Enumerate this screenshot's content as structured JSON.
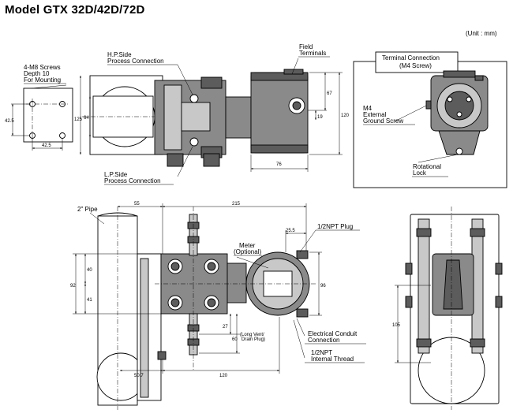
{
  "header": {
    "title": "Model GTX 32D/42D/72D",
    "unit_note": "(Unit : mm)"
  },
  "labels": {
    "mounting_screws": [
      "4-M8 Screws",
      "Depth 10",
      "For Mounting"
    ],
    "hp_side": [
      "H.P.Side",
      "Process Connection"
    ],
    "lp_side": [
      "L.P.Side",
      "Process Connection"
    ],
    "field_terminals": [
      "Field",
      "Terminals"
    ],
    "terminal_connection": [
      "Terminal Connection",
      "(M4 Screw)"
    ],
    "ground_screw": [
      "M4",
      "External",
      "Ground Screw"
    ],
    "rotational_lock": [
      "Rotational",
      "Lock"
    ],
    "pipe": "2\" Pipe",
    "plug": "1/2NPT Plug",
    "meter": [
      "Meter",
      "(Optional)"
    ],
    "vent": [
      "(Long Vent/",
      "Drain Plug)"
    ],
    "conduit": [
      "Electrical Conduit",
      "Connection"
    ],
    "thread": [
      "1/2NPT",
      "Internal Thread"
    ]
  },
  "dimensions": {
    "d_42_5_v": "42.5",
    "d_42_5_h": "42.5",
    "d_125": "125",
    "d_64": "64",
    "d_67": "67",
    "d_19": "19",
    "d_120_v": "120",
    "d_76": "76",
    "d_55": "55",
    "d_215": "215",
    "d_25_5": "25.5",
    "d_92": "92",
    "d_40": "40",
    "d_41": "41",
    "d_96": "96",
    "d_27": "27",
    "d_60": "60",
    "d_50_7": "50.7",
    "d_120_h": "120",
    "d_105": "105"
  }
}
